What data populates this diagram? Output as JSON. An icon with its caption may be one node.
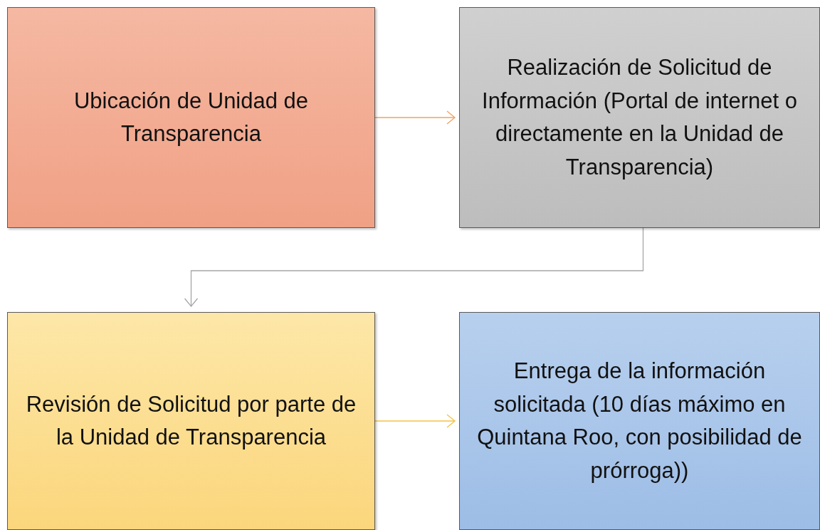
{
  "diagram": {
    "nodes": [
      {
        "text": [
          "Ubicación de Unidad de Transparencia"
        ]
      },
      {
        "text": [
          "Realización de Solicitud de Información (Portal de internet o directamente en la Unidad de Transparencia)"
        ]
      },
      {
        "text": [
          "Revisión de Solicitud por parte de la Unidad de Transparencia"
        ]
      },
      {
        "text": [
          "Entrega de la información solicitada (10 días máximo en Quintana Roo, con posibilidad de prórroga))"
        ]
      }
    ],
    "edges": [
      {
        "from": 0,
        "to": 1,
        "arrow": "to",
        "color": "#f4a060"
      },
      {
        "from": 1,
        "to": 2,
        "arrow": "to",
        "color": "#a6a6a6"
      },
      {
        "from": 2,
        "to": 3,
        "arrow": "to",
        "color": "#f5c242"
      }
    ]
  }
}
